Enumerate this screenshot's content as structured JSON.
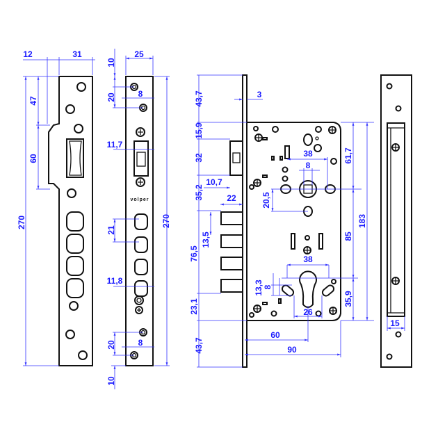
{
  "brand": "volper",
  "colors": {
    "dimension": "#1a1aff",
    "outline": "#111111"
  },
  "strike_plate": {
    "dims": {
      "width_notch": "12",
      "width": "31",
      "top_to_notch": "47",
      "notch_height": "60",
      "length": "270"
    }
  },
  "faceplate_side": {
    "dims": {
      "width": "25",
      "top_offset": "10",
      "hole_spacing_top": "20",
      "hole_offset_top": "8",
      "latch_width": "11,7",
      "length": "270",
      "bolt_spacing": "21",
      "bolt_width": "11,8",
      "hole_spacing_bottom": "20",
      "hole_offset_bottom": "8",
      "bottom_offset": "10"
    }
  },
  "lock_body": {
    "dims": {
      "top": "43,7",
      "faceplate_thickness": "3",
      "to_latch": "15,9",
      "latch_height": "32",
      "latch_projection": "10,7",
      "to_bolts": "35,2",
      "bolt_projection": "22",
      "bolt_pitch": "13,5",
      "bolts_height": "76,5",
      "to_bottom": "23,1",
      "bottom": "43,7",
      "handle_to_cyl_spacing_38": "38",
      "spindle": "8",
      "spindle_offset": "20,5",
      "handle_height": "61,7",
      "handle_to_cylinder": "85",
      "body_height": "183",
      "cylinder_spacing": "38",
      "cyl_13_3": "13,3",
      "cyl_8": "8",
      "cyl_26": "26",
      "cylinder_height": "35,9",
      "backset": "60",
      "depth": "90"
    }
  },
  "keeper_plate": {
    "dims": {
      "width": "15"
    }
  }
}
